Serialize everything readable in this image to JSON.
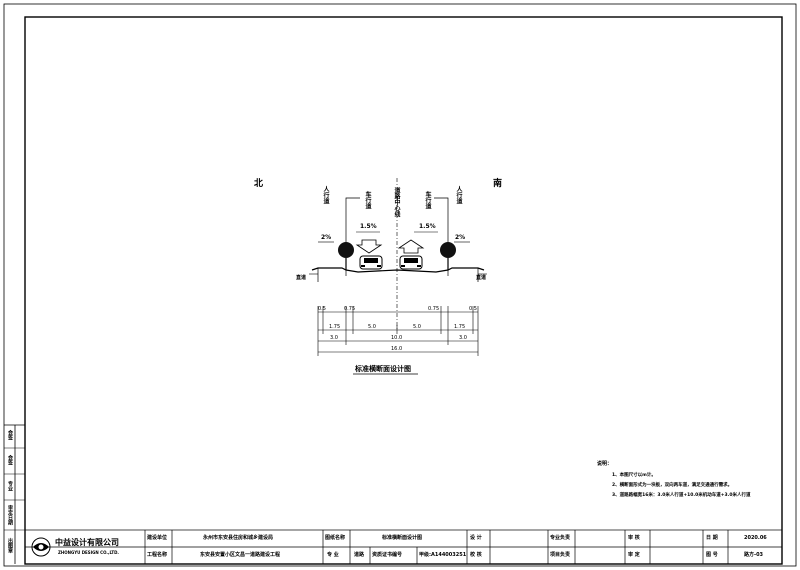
{
  "drawing": {
    "north_label": "北",
    "south_label": "南",
    "sidewalk_label_left": "人行道",
    "sidewalk_label_right": "人行道",
    "lane_label_left": "车行道",
    "lane_label_right": "车行道",
    "centerline_label": "道路中心线",
    "slope_left": "2%",
    "slope_right": "2%",
    "lane_slope_left": "1.5%",
    "lane_slope_right": "1.5%",
    "curb_label_left": "直道",
    "curb_label_right": "直道",
    "dims": {
      "d_0_5_l": "0.5",
      "d_0_75_l": "0.75",
      "d_0_75_r": "0.75",
      "d_0_5_r": "0.5",
      "d_1_75_l": "1.75",
      "d_5_0_l": "5.0",
      "d_5_0_r": "5.0",
      "d_1_75_r": "1.75",
      "d_3_0_l": "3.0",
      "d_10_0": "10.0",
      "d_3_0_r": "3.0",
      "d_16_0": "16.0"
    },
    "title": "标准横断面设计图"
  },
  "notes": {
    "heading": "说明：",
    "items": [
      "1、本图尺寸以m计。",
      "2、横断面形式为一块板，双向两车道，满足交通通行需求。",
      "3、道路路幅宽16米：3.0米人行道+10.0米机动车道+3.0米人行道"
    ]
  },
  "sidebar": {
    "items": [
      "会签",
      "会签",
      "专业",
      "审定日期",
      "出图章"
    ]
  },
  "title_block": {
    "company_cn": "中益设计有限公司",
    "company_en": "ZHONGYU DESIGN CO.,LTD.",
    "row1": {
      "owner_label": "建设单位",
      "owner_value": "永州市东安县住房和城乡建设局",
      "drawing_name_label": "图纸名称",
      "drawing_name_value": "标准横断面设计图",
      "design_label": "设 计",
      "pm_label": "专业负责",
      "review_label": "审 核",
      "date_label": "日 期",
      "date_value": "2020.06"
    },
    "row2": {
      "project_label": "工程名称",
      "project_value": "东安县安置小区文昌一道路建设工程",
      "major_label": "专 业",
      "major_value": "道路",
      "cert_label": "资质证书编号",
      "cert_value": "甲级:A144003251",
      "check_label": "校 核",
      "leader_label": "项目负责",
      "approve_label": "审 定",
      "no_label": "图 号",
      "no_value": "路方-03"
    }
  }
}
